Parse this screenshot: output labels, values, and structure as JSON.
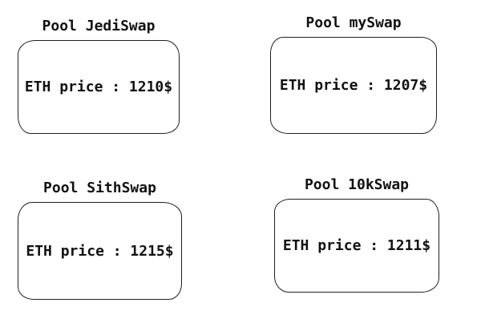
{
  "page": {
    "background_color": "#ffffff",
    "border_color": "#1f1f1f",
    "text_color": "#111111"
  },
  "pools": [
    {
      "name": "Pool JediSwap",
      "price_label": "ETH price : 1210$"
    },
    {
      "name": "Pool mySwap",
      "price_label": "ETH price : 1207$"
    },
    {
      "name": "Pool SithSwap",
      "price_label": "ETH price : 1215$"
    },
    {
      "name": "Pool 10kSwap",
      "price_label": "ETH price : 1211$"
    }
  ]
}
